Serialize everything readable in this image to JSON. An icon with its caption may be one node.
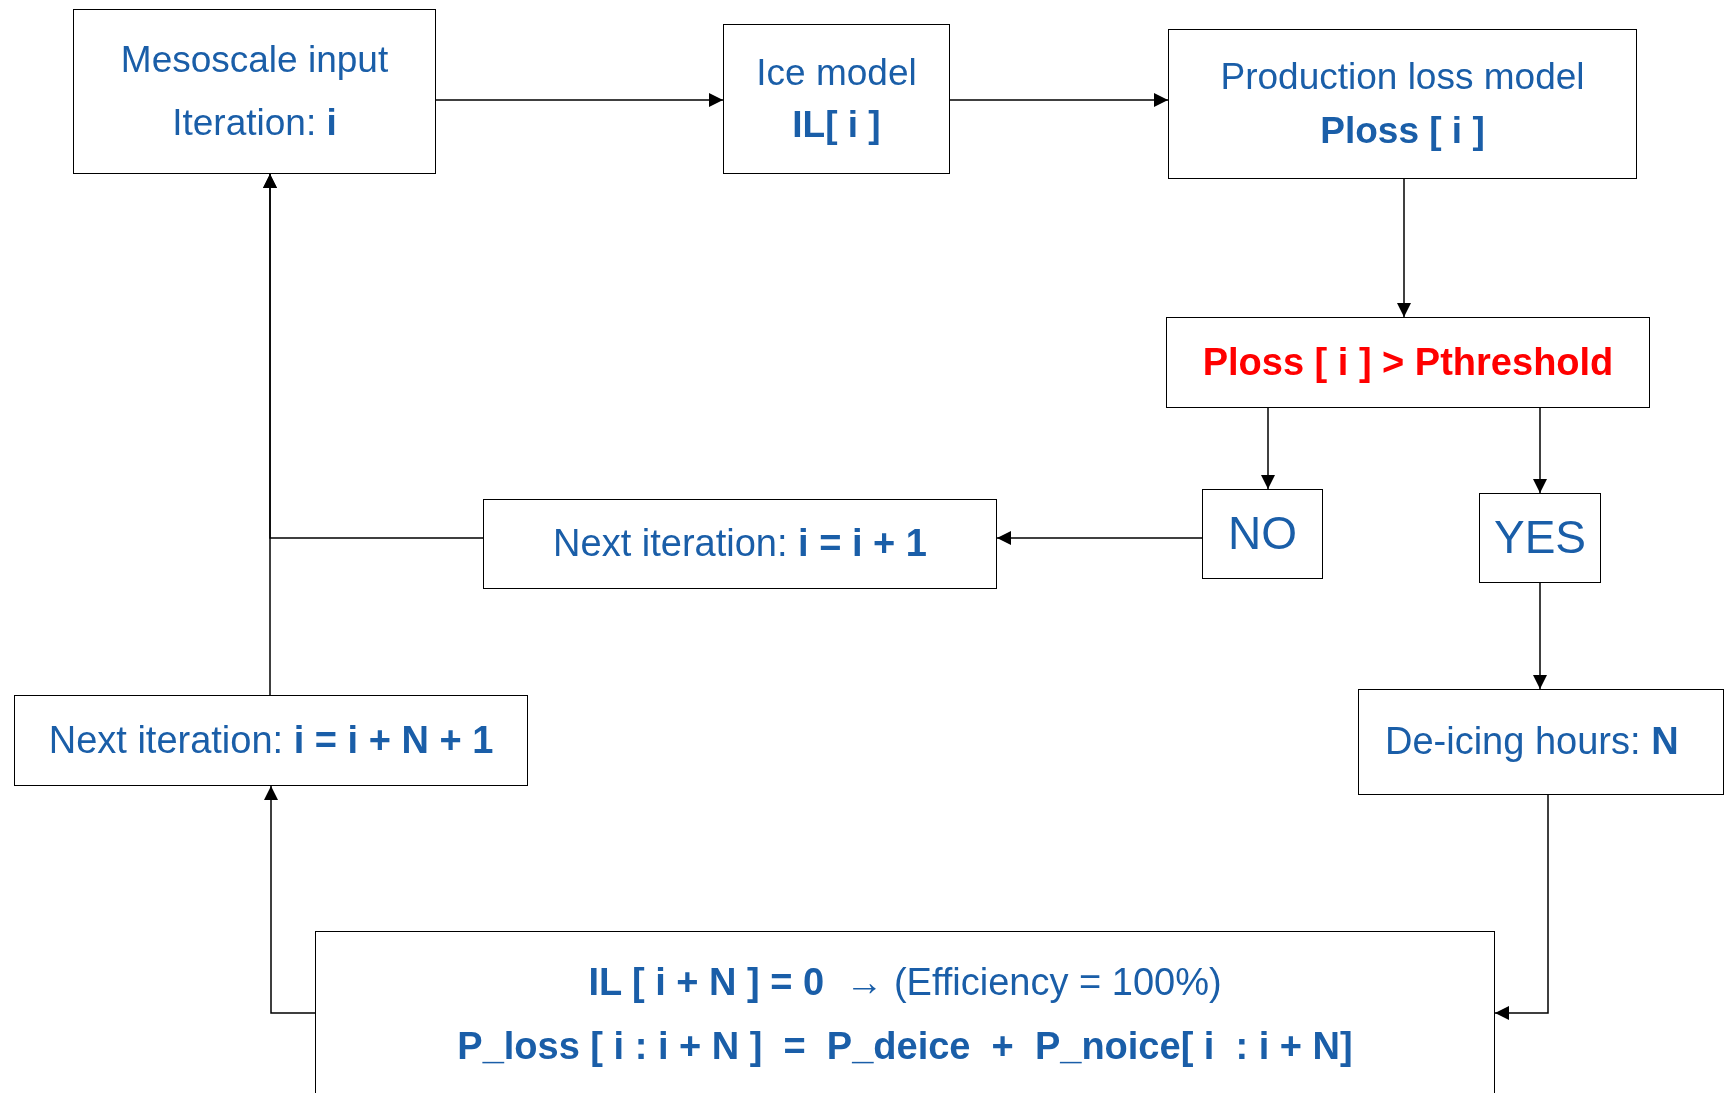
{
  "diagram": {
    "nodes": [
      {
        "text": [
          "Mesoscale input",
          "Iteration: **i**"
        ]
      },
      {
        "text": [
          "Ice model",
          "IL[ i ]"
        ]
      },
      {
        "text": [
          "Production loss model",
          "Ploss [ i ]"
        ]
      },
      {
        "text": [
          "Ploss [ i ] > Pthreshold"
        ]
      },
      {
        "text": [
          "NO"
        ]
      },
      {
        "text": [
          "YES"
        ]
      },
      {
        "text": [
          "Next iteration: **i = i + 1**"
        ]
      },
      {
        "text": [
          "De-icing hours: **N**"
        ]
      },
      {
        "text": [
          "Next iteration: **i = i + N + 1**"
        ]
      },
      {
        "text": [
          "**IL [ i + N ] = 0**  → (Efficiency = 100%)",
          "P_loss [ i : i + N ]  =  P_deice  +  P_noice[ i  : i + N]"
        ]
      }
    ],
    "edges": [
      {
        "from": 0,
        "to": 1,
        "arrow": "to"
      },
      {
        "from": 1,
        "to": 2,
        "arrow": "to"
      },
      {
        "from": 2,
        "to": 3,
        "arrow": "to"
      },
      {
        "from": 3,
        "to": 4,
        "arrow": "to"
      },
      {
        "from": 3,
        "to": 5,
        "arrow": "to"
      },
      {
        "from": 4,
        "to": 6,
        "arrow": "to"
      },
      {
        "from": 6,
        "to": 0,
        "arrow": "to"
      },
      {
        "from": 8,
        "to": 0,
        "arrow": "to"
      },
      {
        "from": 5,
        "to": 7,
        "arrow": "to"
      },
      {
        "from": 7,
        "to": 9,
        "arrow": "to"
      },
      {
        "from": 9,
        "to": 8,
        "arrow": "to"
      }
    ]
  }
}
